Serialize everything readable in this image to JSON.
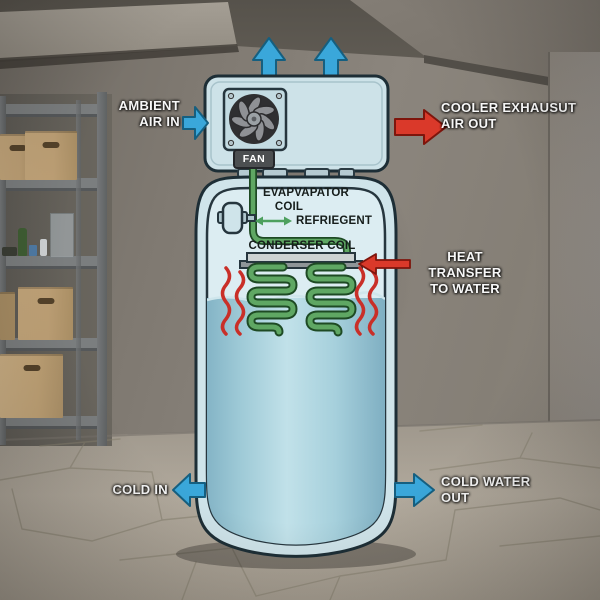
{
  "diagram": {
    "type": "heat-pump-water-heater",
    "labels": {
      "ambient_air_in": [
        "AMBIENT",
        "AIR IN"
      ],
      "cooler_exhaust_air_out": [
        "COOLER EXHAUSUT",
        "AIR OUT"
      ],
      "fan": "FAN",
      "evaporator_coil": [
        "EVAPVAPATOR",
        "COIL"
      ],
      "refrigerant": "REFRIEGENT",
      "condenser_coil": "CONDERSER COIL",
      "heat_transfer_to_water": [
        "HEAT TRANSFER",
        "TO WATER"
      ],
      "cold_in": "COLD IN",
      "cold_water_out": [
        "COLD WATER",
        "OUT"
      ]
    },
    "colors": {
      "cold_arrow_blue": "#3aa7da",
      "hot_arrow_red": "#da392a",
      "refrigerant_pipe_green": "#5fa763",
      "tank_shell_blue": "#cfe4ea",
      "water_blue": "#9fcbd8",
      "heat_squiggle_red": "#c92f28"
    }
  }
}
